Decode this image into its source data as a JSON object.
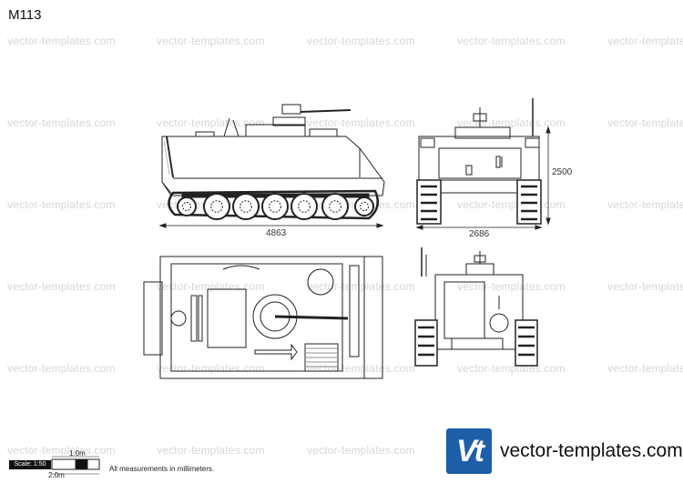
{
  "title": "M113",
  "watermark_text": "vector-templates.com",
  "dimensions": {
    "length": "4863",
    "width": "2686",
    "height": "2500"
  },
  "scale": {
    "label": "Scale: 1:50",
    "tick_1": "1.0m",
    "tick_2": "2.0m"
  },
  "note": "All measurements in millimeters.",
  "logo": {
    "mark": "Vt",
    "text": "vector-templates.com",
    "color": "#1d5fa8"
  }
}
